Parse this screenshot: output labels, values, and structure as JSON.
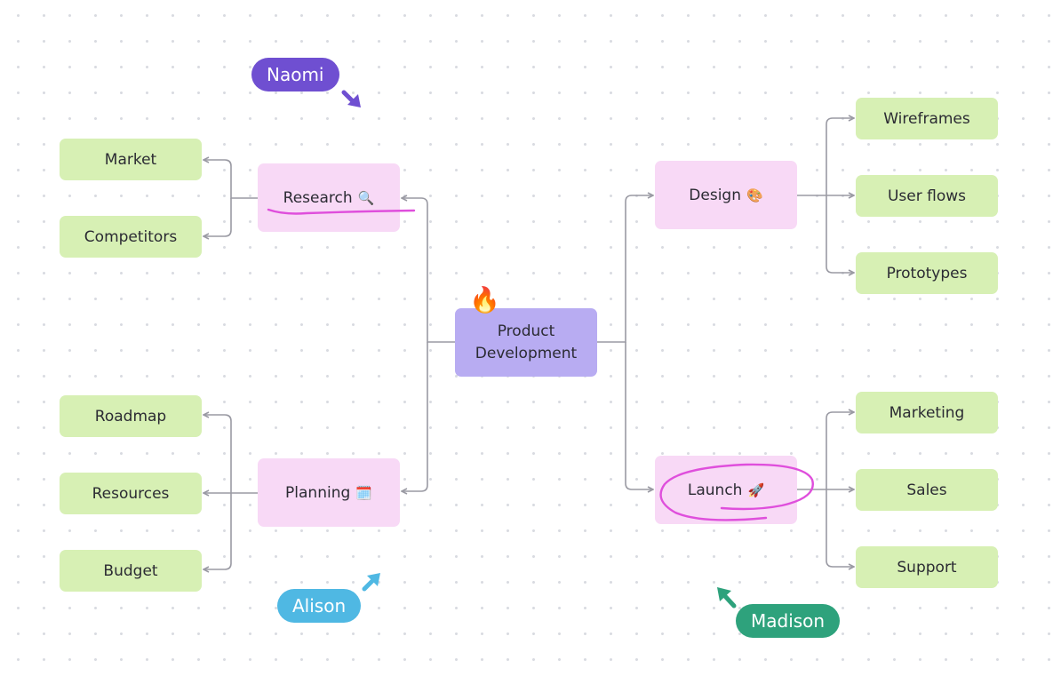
{
  "center": {
    "line1": "Product",
    "line2": "Development",
    "badge_icon": "fire-icon",
    "badge_glyph": "🔥",
    "color": "#b8acf2"
  },
  "branches": {
    "research": {
      "label": "Research",
      "emoji": "🔍",
      "icon": "magnifier-icon"
    },
    "planning": {
      "label": "Planning",
      "emoji": "🗓️",
      "icon": "calendar-icon"
    },
    "design": {
      "label": "Design",
      "emoji": "🎨",
      "icon": "palette-icon"
    },
    "launch": {
      "label": "Launch",
      "emoji": "🚀",
      "icon": "rocket-icon"
    },
    "color": "#f8d9f6"
  },
  "leaves": {
    "market": "Market",
    "competitors": "Competitors",
    "roadmap": "Roadmap",
    "resources": "Resources",
    "budget": "Budget",
    "wireframes": "Wireframes",
    "user_flows": "User flows",
    "prototypes": "Prototypes",
    "marketing": "Marketing",
    "sales": "Sales",
    "support": "Support",
    "color": "#d7f0b4"
  },
  "collaborators": [
    {
      "name": "Naomi",
      "color": "#6f4fd1"
    },
    {
      "name": "Alison",
      "color": "#4fb8e3"
    },
    {
      "name": "Madison",
      "color": "#2ea27c"
    }
  ],
  "annotation_color": "#df4fdc",
  "connector_color": "#9a9aa3"
}
